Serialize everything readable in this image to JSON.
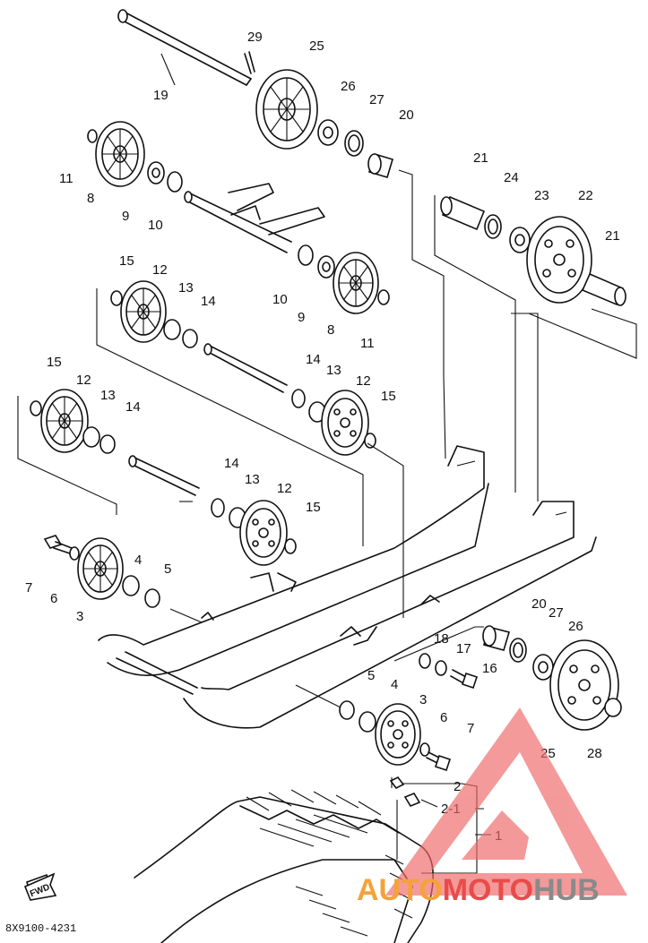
{
  "diagram_code": "8X9100-4231",
  "fwd_label": "FWD",
  "watermark": {
    "prefix": "AUTO",
    "middle": "MOTO",
    "suffix": "HUB",
    "color_prefix": "#f4a23a",
    "color_middle": "#e94b4b",
    "color_suffix": "#8a8a8a",
    "logo_color": "#ef6a6a"
  },
  "callouts": [
    "29",
    "25",
    "19",
    "26",
    "27",
    "20",
    "11",
    "8",
    "9",
    "10",
    "21",
    "24",
    "23",
    "22",
    "21",
    "15",
    "12",
    "13",
    "14",
    "10",
    "9",
    "8",
    "11",
    "15",
    "12",
    "13",
    "14",
    "14",
    "13",
    "12",
    "15",
    "14",
    "13",
    "12",
    "15",
    "7",
    "6",
    "3",
    "4",
    "5",
    "20",
    "27",
    "26",
    "18",
    "17",
    "16",
    "5",
    "4",
    "3",
    "6",
    "7",
    "25",
    "28",
    "2",
    "2-1",
    "1"
  ]
}
